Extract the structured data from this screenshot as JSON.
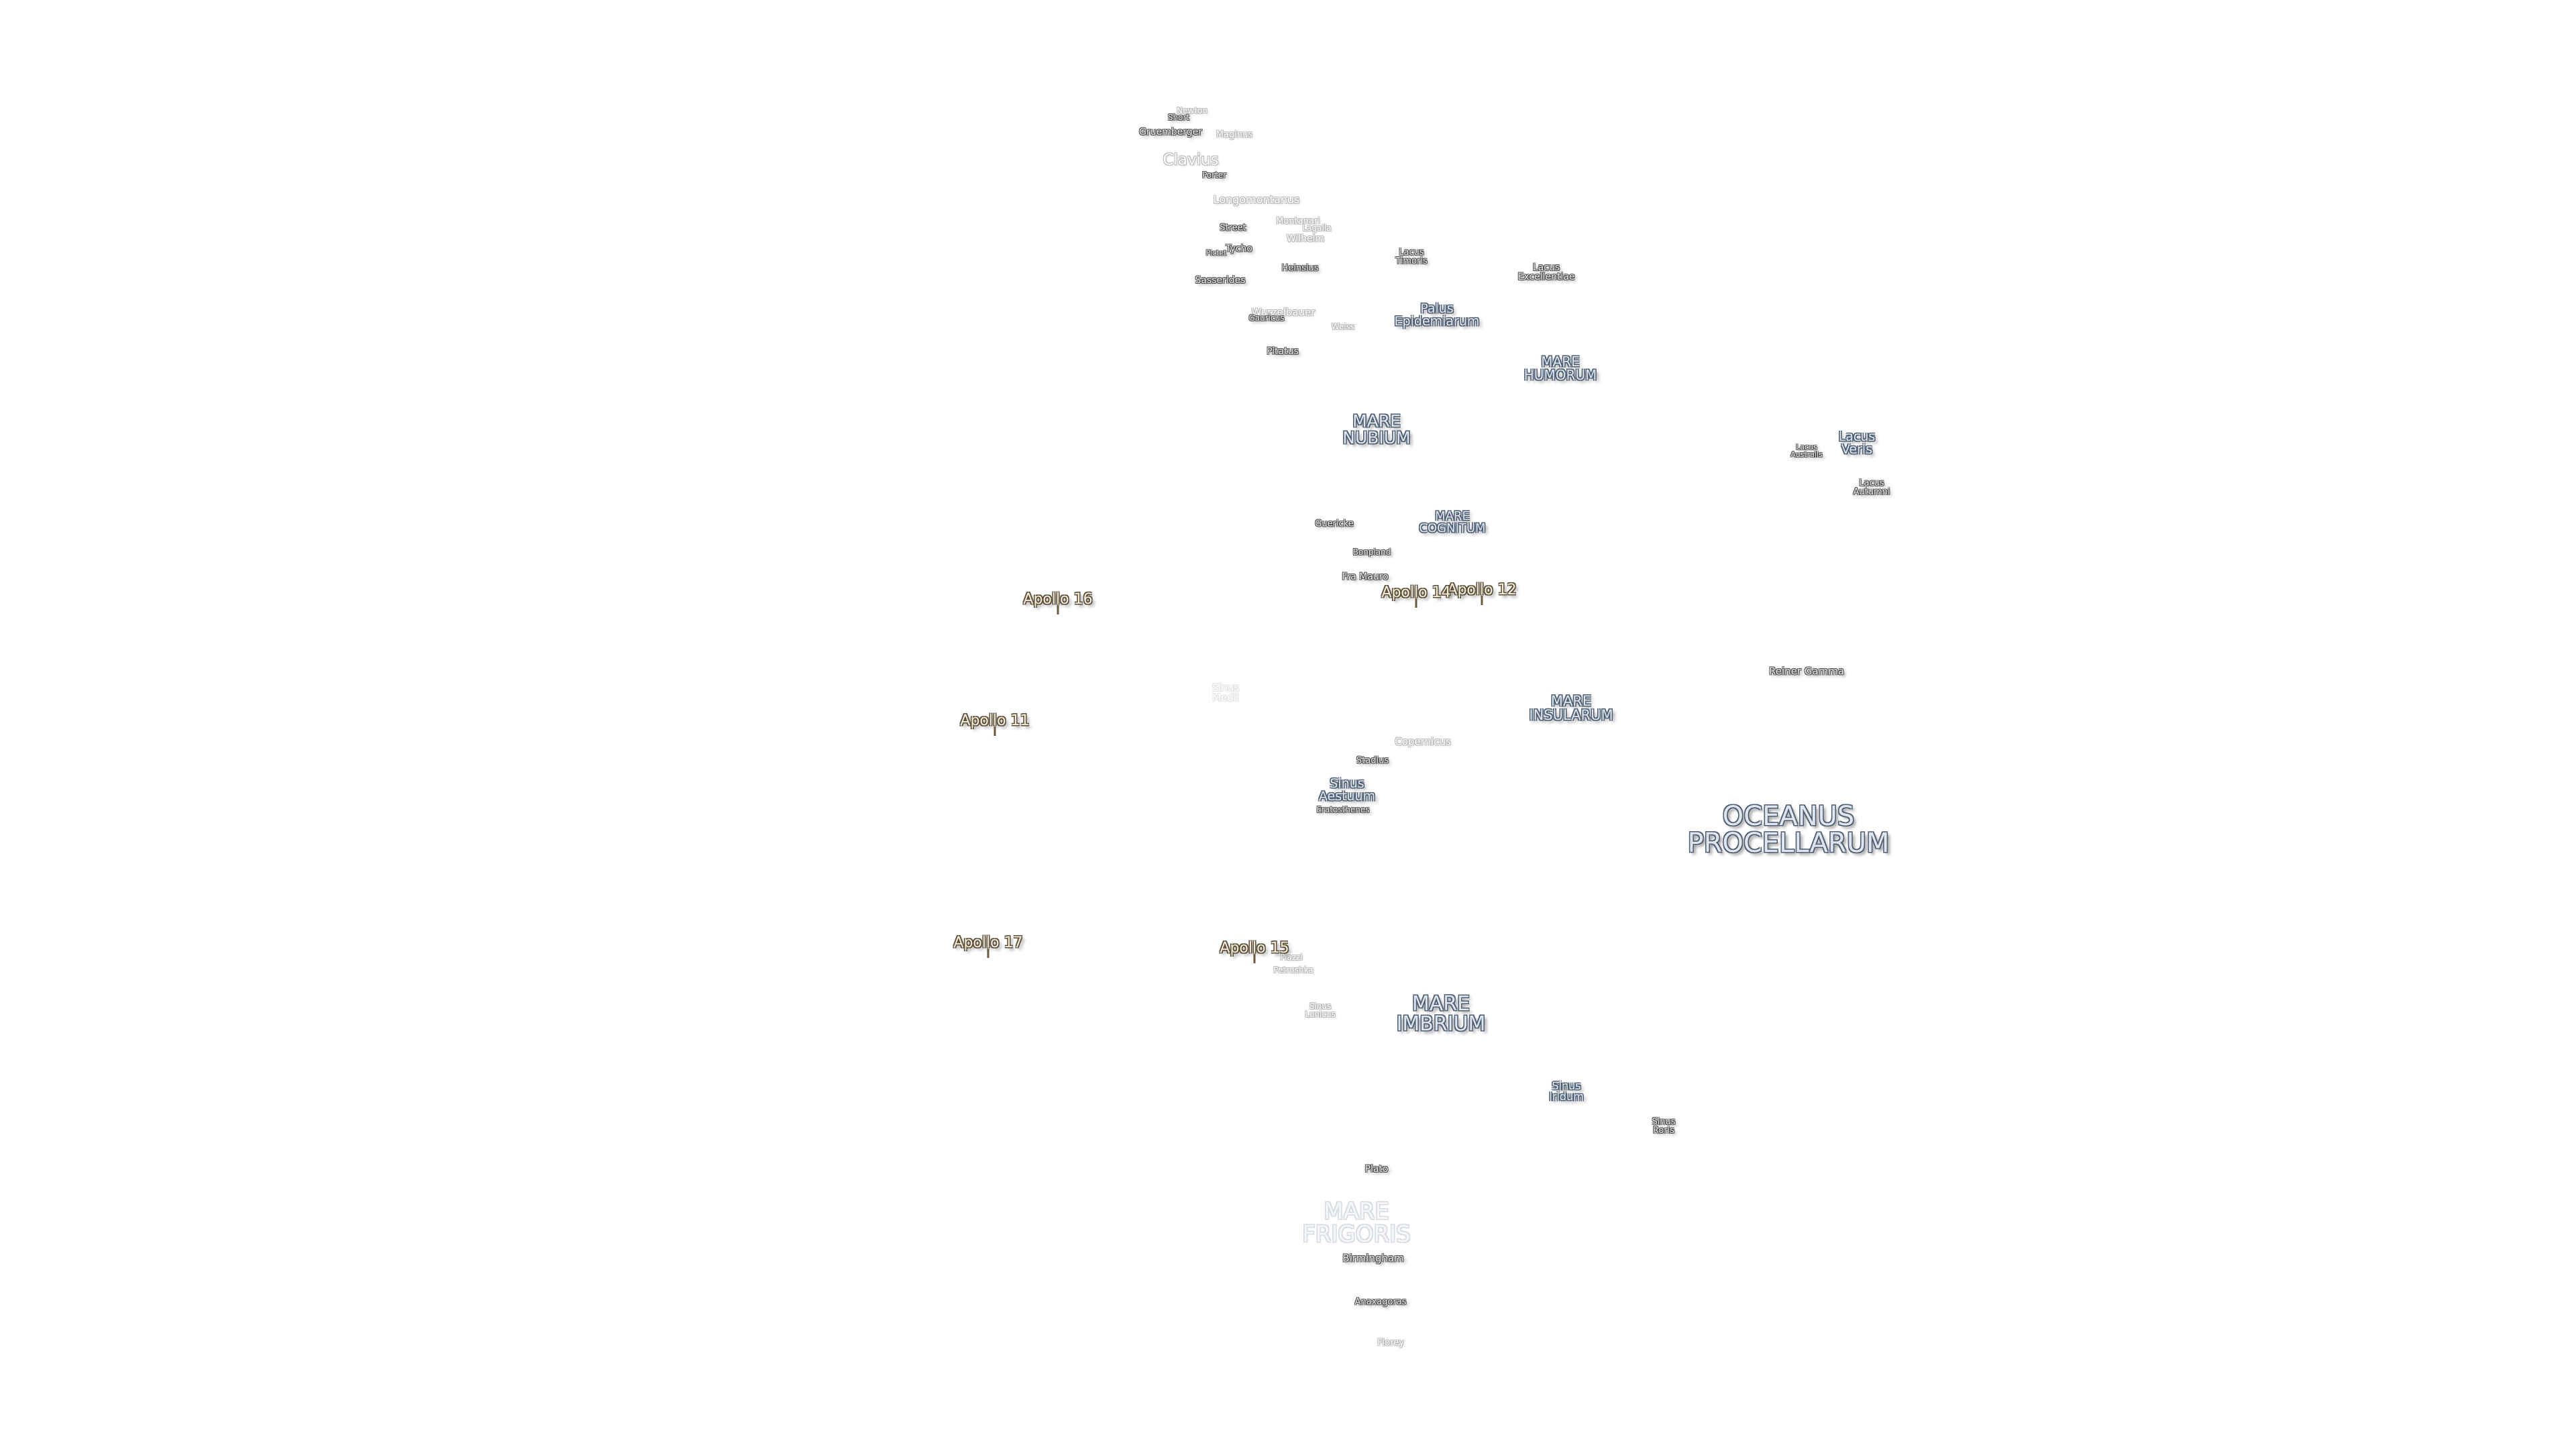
{
  "labels": [
    {
      "id": "oceanus-procellarum",
      "text": "OCEANUS\nPROCELLARUM",
      "kind": "mare"
    },
    {
      "id": "mare-imbrium",
      "text": "MARE\nIMBRIUM",
      "kind": "mare"
    },
    {
      "id": "mare-frigoris",
      "text": "MARE\nFRIGORIS",
      "kind": "ghost"
    },
    {
      "id": "mare-nubium",
      "text": "MARE\nNUBIUM",
      "kind": "mare"
    },
    {
      "id": "mare-humorum",
      "text": "MARE\nHUMORUM",
      "kind": "mare"
    },
    {
      "id": "mare-cognitum",
      "text": "MARE\nCOGNITUM",
      "kind": "mare"
    },
    {
      "id": "mare-insularum",
      "text": "MARE\nINSULARUM",
      "kind": "mare"
    },
    {
      "id": "palus-epidemiarum",
      "text": "Palus\nEpidemiarum",
      "kind": "mare"
    },
    {
      "id": "lacus-veris",
      "text": "Lacus\nVeris",
      "kind": "mare"
    },
    {
      "id": "lacus-autumni",
      "text": "Lacus\nAutumni",
      "kind": "crater"
    },
    {
      "id": "lacus-australis",
      "text": "Lacus\nAustralis",
      "kind": "crater"
    },
    {
      "id": "lacus-timoris",
      "text": "Lacus\nTimoris",
      "kind": "crater"
    },
    {
      "id": "lacus-excellentiae",
      "text": "Lacus\nExcellentiae",
      "kind": "crater"
    },
    {
      "id": "sinus-aestuum",
      "text": "Sinus\nAestuum",
      "kind": "mare"
    },
    {
      "id": "sinus-iridum",
      "text": "Sinus\nIridum",
      "kind": "mare"
    },
    {
      "id": "sinus-roris",
      "text": "Sinus\nRoris",
      "kind": "crater"
    },
    {
      "id": "sinus-lunicus",
      "text": "Sinus\nLunicus",
      "kind": "faint"
    },
    {
      "id": "sinus-medii",
      "text": "Sinus\nMedii",
      "kind": "vfaint"
    },
    {
      "id": "clavius",
      "text": "Clavius",
      "kind": "faint"
    },
    {
      "id": "longomontanus",
      "text": "Longomontanus",
      "kind": "faint"
    },
    {
      "id": "maginus",
      "text": "Maginus",
      "kind": "faint"
    },
    {
      "id": "gruemberger",
      "text": "Gruemberger",
      "kind": "crater"
    },
    {
      "id": "newton",
      "text": "Newton",
      "kind": "faint"
    },
    {
      "id": "short",
      "text": "Short",
      "kind": "crater"
    },
    {
      "id": "porter",
      "text": "Porter",
      "kind": "crater"
    },
    {
      "id": "street",
      "text": "Street",
      "kind": "crater"
    },
    {
      "id": "tycho",
      "text": "Tycho",
      "kind": "crater"
    },
    {
      "id": "pictet",
      "text": "Pictet",
      "kind": "crater"
    },
    {
      "id": "sasserides",
      "text": "Sasserides",
      "kind": "crater"
    },
    {
      "id": "montanari",
      "text": "Montanari",
      "kind": "faint"
    },
    {
      "id": "lagalla",
      "text": "Lagalla",
      "kind": "faint"
    },
    {
      "id": "wilhelm",
      "text": "Wilhelm",
      "kind": "faint"
    },
    {
      "id": "heinsius",
      "text": "Heinsius",
      "kind": "crater"
    },
    {
      "id": "wurzelbauer",
      "text": "Wurzelbauer",
      "kind": "faint"
    },
    {
      "id": "gauricus",
      "text": "Gauricus",
      "kind": "crater"
    },
    {
      "id": "weiss",
      "text": "Weiss",
      "kind": "faint"
    },
    {
      "id": "pitatus",
      "text": "Pitatus",
      "kind": "crater"
    },
    {
      "id": "guericke",
      "text": "Guericke",
      "kind": "crater"
    },
    {
      "id": "bonpland",
      "text": "Bonpland",
      "kind": "crater"
    },
    {
      "id": "fra-mauro",
      "text": "Fra Mauro",
      "kind": "crater"
    },
    {
      "id": "reiner-gamma",
      "text": "Reiner Gamma",
      "kind": "crater"
    },
    {
      "id": "copernicus",
      "text": "Copernicus",
      "kind": "faint"
    },
    {
      "id": "stadius",
      "text": "Stadius",
      "kind": "crater"
    },
    {
      "id": "eratosthenes",
      "text": "Eratosthenes",
      "kind": "crater"
    },
    {
      "id": "piazzi",
      "text": "Piazzi",
      "kind": "faint"
    },
    {
      "id": "petrushka",
      "text": "Petrushka",
      "kind": "faint"
    },
    {
      "id": "plato",
      "text": "Plato",
      "kind": "crater"
    },
    {
      "id": "birmingham",
      "text": "Birmingham",
      "kind": "crater"
    },
    {
      "id": "anaxagoras",
      "text": "Anaxagoras",
      "kind": "crater"
    },
    {
      "id": "florey",
      "text": "Florey",
      "kind": "faint"
    },
    {
      "id": "apollo-11",
      "text": "Apollo 11",
      "kind": "apollo"
    },
    {
      "id": "apollo-12",
      "text": "Apollo 12",
      "kind": "apollo"
    },
    {
      "id": "apollo-14",
      "text": "Apollo 14",
      "kind": "apollo"
    },
    {
      "id": "apollo-15",
      "text": "Apollo 15",
      "kind": "apollo"
    },
    {
      "id": "apollo-16",
      "text": "Apollo 16",
      "kind": "apollo"
    },
    {
      "id": "apollo-17",
      "text": "Apollo 17",
      "kind": "apollo"
    }
  ]
}
